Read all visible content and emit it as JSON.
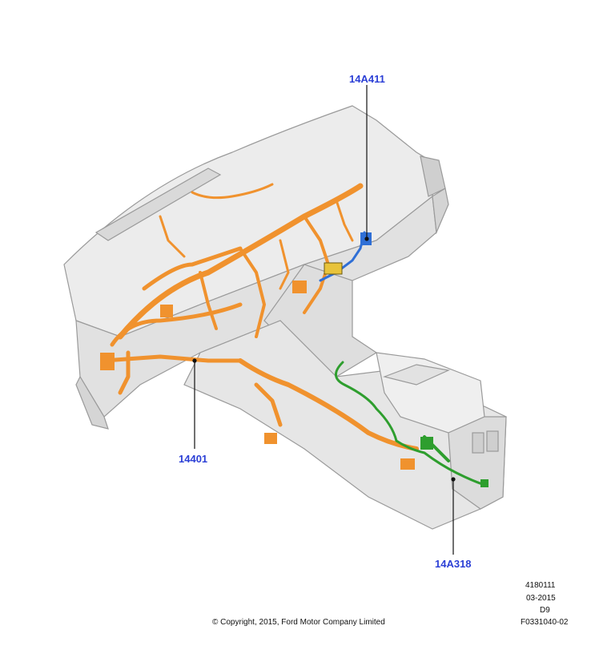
{
  "callouts": {
    "top": "14A411",
    "left": "14401",
    "bottom": "14A318"
  },
  "footer": {
    "copyright": "© Copyright, 2015, Ford Motor Company Limited",
    "ref1": "4180111",
    "ref2": "03-2015",
    "ref3": "D9",
    "ref4": "F0331040-02"
  },
  "colors": {
    "harness_main": "#f0922e",
    "harness_console": "#2e9e2e",
    "harness_blue": "#2f6fd6",
    "panel": "#e7e7e7",
    "callout": "#2b3fd6"
  }
}
